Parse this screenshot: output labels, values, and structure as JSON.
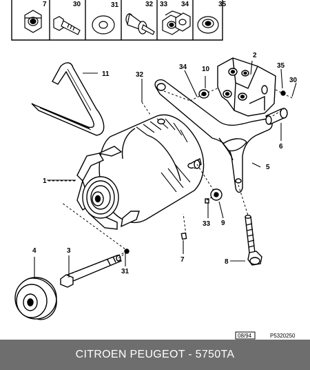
{
  "legend": {
    "cells": [
      {
        "num": "7",
        "icon": "hex-nut-icon"
      },
      {
        "num": "30",
        "icon": "bolt-icon"
      },
      {
        "num": "31",
        "icon": "flat-washer-icon"
      },
      {
        "num": "32",
        "icon": "flanged-bolt-icon"
      },
      {
        "num": "33",
        "icon": "lock-nut-icon"
      },
      {
        "num": "34",
        "icon": "lock-nut-icon"
      },
      {
        "num": "35",
        "icon": "conical-washer-icon"
      }
    ]
  },
  "callouts": {
    "c1": "1",
    "c2": "2",
    "c3": "3",
    "c4": "4",
    "c5": "5",
    "c6": "6",
    "c7": "7",
    "c8": "8",
    "c9": "9",
    "c10": "10",
    "c11": "11",
    "c30": "30",
    "c31": "31",
    "c32": "32",
    "c33": "33",
    "c34": "34",
    "c35": "35"
  },
  "codes": {
    "date": "08/94",
    "ref": "P5320250"
  },
  "footer": {
    "caption": "CITROEN PEUGEOT - 5750TA"
  }
}
